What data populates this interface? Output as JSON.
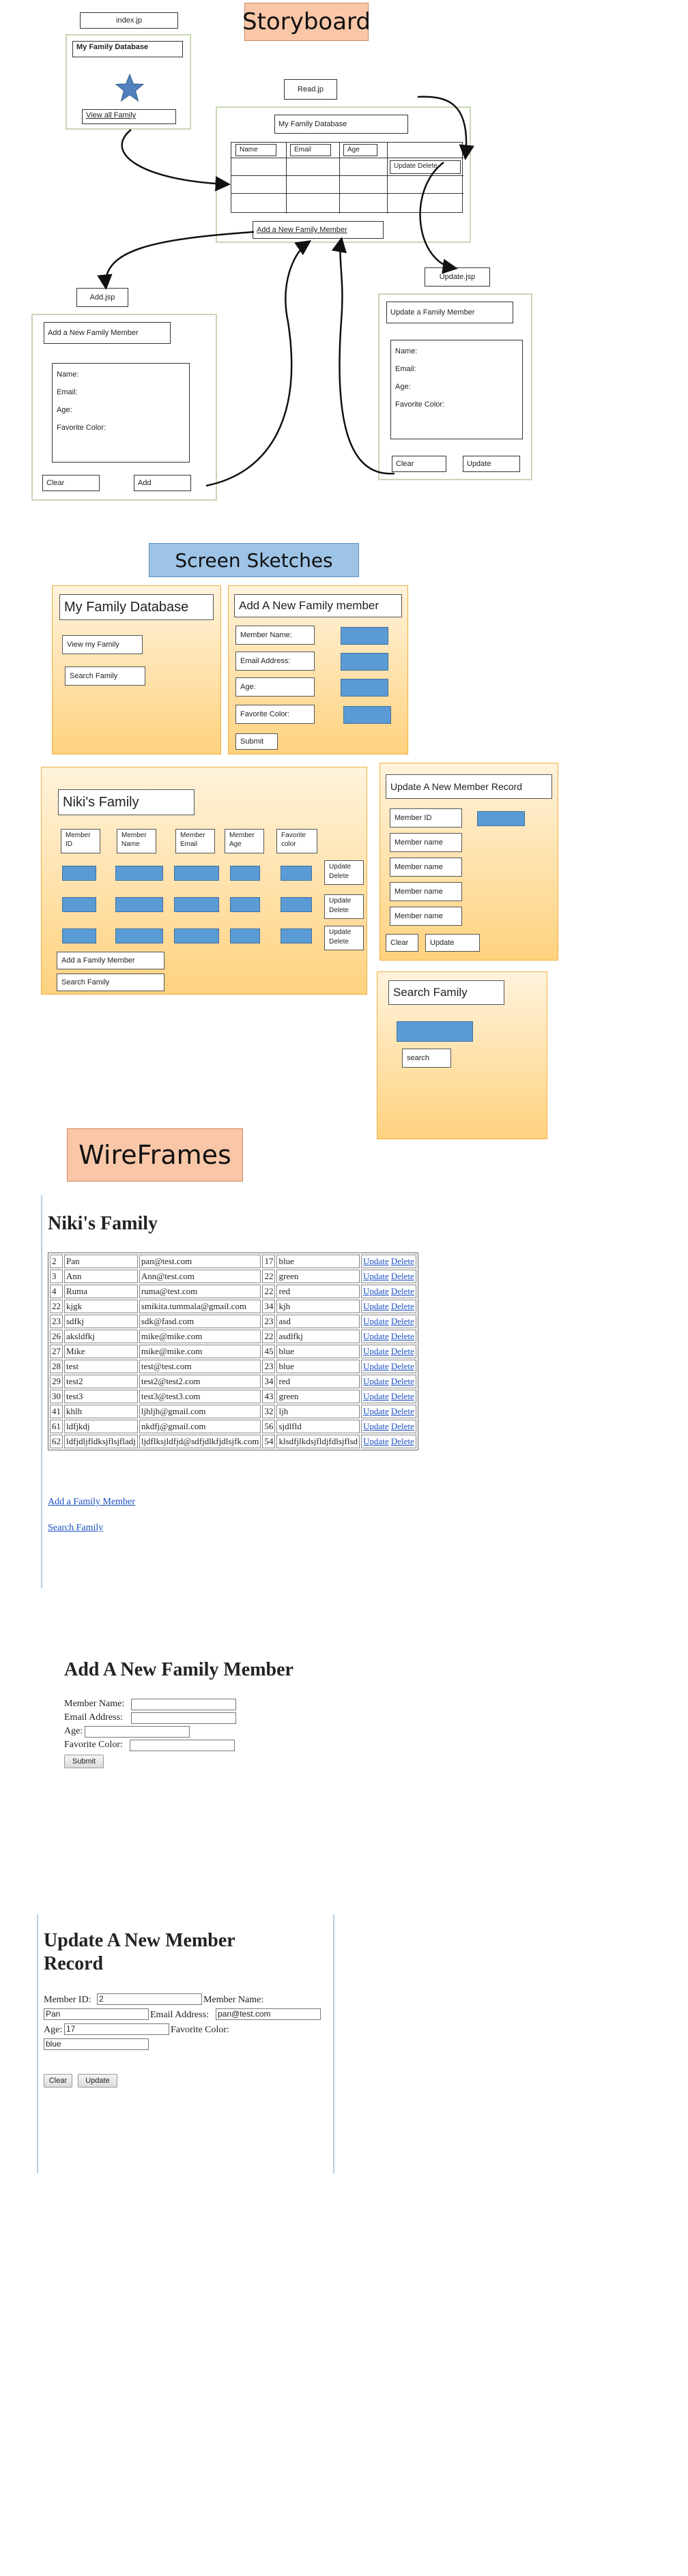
{
  "headings": {
    "storyboard": "Storyboard",
    "screen_sketches": "Screen Sketches",
    "wireframes": "WireFrames"
  },
  "storyboard": {
    "index": {
      "file": "index.jp",
      "title": "My Family Database",
      "link": "View all Family"
    },
    "read": {
      "file": "Read.jp",
      "title": "My Family Database",
      "columns": [
        "Name",
        "Email",
        "Age"
      ],
      "action": "Update Delete",
      "add_link": "Add a New Family Member"
    },
    "add": {
      "file": "Add.jsp",
      "title": "Add a New Family Member",
      "fields": [
        "Name:",
        "Email:",
        "Age:",
        "Favorite Color:"
      ],
      "clear": "Clear",
      "submit": "Add"
    },
    "update": {
      "file": "Update.jsp",
      "title": "Update a Family Member",
      "fields": [
        "Name:",
        "Email:",
        "Age:",
        "Favorite Color:"
      ],
      "clear": "Clear",
      "submit": "Update"
    }
  },
  "sketches": {
    "home": {
      "title": "My Family Database",
      "buttons": [
        "View my Family",
        "Search Family"
      ]
    },
    "add": {
      "title": "Add A New Family member",
      "fields": [
        "Member Name:",
        "Email Address:",
        "Age:",
        "Favorite Color:"
      ],
      "submit": "Submit"
    },
    "list": {
      "title": "Niki's Family",
      "columns": [
        "Member ID",
        "Member Name",
        "Member Email",
        "Member Age",
        "Favorite color"
      ],
      "row_action": "Update Delete",
      "add_button": "Add a Family Member",
      "search_button": "Search Family"
    },
    "update": {
      "title": "Update A New Member Record",
      "fields": [
        "Member ID",
        "Member name",
        "Member name",
        "Member name",
        "Member name"
      ],
      "clear": "Clear",
      "submit": "Update"
    },
    "search": {
      "title": "Search Family",
      "button": "search"
    }
  },
  "wireframes": {
    "list": {
      "title": "Niki's Family",
      "rows": [
        [
          "2",
          "Pan",
          "pan@test.com",
          "17",
          "blue"
        ],
        [
          "3",
          "Ann",
          "Ann@test.com",
          "22",
          "green"
        ],
        [
          "4",
          "Ruma",
          "ruma@test.com",
          "22",
          "red"
        ],
        [
          "22",
          "kjgk",
          "smikita.tummala@gmail.com",
          "34",
          "kjh"
        ],
        [
          "23",
          "sdfkj",
          "sdk@fasd.com",
          "23",
          "asd"
        ],
        [
          "26",
          "aksldfkj",
          "mike@mike.com",
          "22",
          "asdlfkj"
        ],
        [
          "27",
          "Mike",
          "mike@mike.com",
          "45",
          "blue"
        ],
        [
          "28",
          "test",
          "test@test.com",
          "23",
          "blue"
        ],
        [
          "29",
          "test2",
          "test2@test2.com",
          "34",
          "red"
        ],
        [
          "30",
          "test3",
          "test3@test3.com",
          "43",
          "green"
        ],
        [
          "41",
          "khlh",
          "ljhljh@gmail.com",
          "32",
          "ljh"
        ],
        [
          "61",
          "ldfjkdj",
          "nkdfj@gmail.com",
          "56",
          "sjdlfld"
        ],
        [
          "62",
          "ldfjdljfldksjflsjfladj",
          "ljdflksjldfjd@sdfjdlkfjdlsjfk.com",
          "54",
          "klsdfjlkdsjfldjfdlsjflsd"
        ]
      ],
      "update_link": "Update",
      "delete_link": "Delete",
      "add_link": "Add a Family Member",
      "search_link": "Search Family"
    },
    "add": {
      "title": "Add A New Family Member",
      "labels": [
        "Member Name:",
        "Email Address:",
        "Age:",
        "Favorite Color:"
      ],
      "submit": "Submit"
    },
    "update": {
      "title_line1": "Update A New Member",
      "title_line2": "Record",
      "member_id_label": "Member ID:",
      "member_id_value": "2",
      "member_name_label": "Member Name:",
      "member_name_value": "Pan",
      "email_label": "Email Address:",
      "email_value": "pan@test.com",
      "age_label": "Age:",
      "age_value": "17",
      "color_label": "Favorite Color:",
      "color_value": "blue",
      "clear": "Clear",
      "submit": "Update"
    }
  },
  "colors": {
    "title_orange": "#f9c7a8",
    "title_blue": "#9dc3e6",
    "panel_gradient_top": "#fff3dc",
    "panel_gradient_bottom": "#ffd27f",
    "placeholder_blue": "#5b9bd5",
    "star": "#4f81bd",
    "link": "#1a4fc4"
  },
  "icons": [
    "star-icon",
    "arrow-connector-icon"
  ]
}
